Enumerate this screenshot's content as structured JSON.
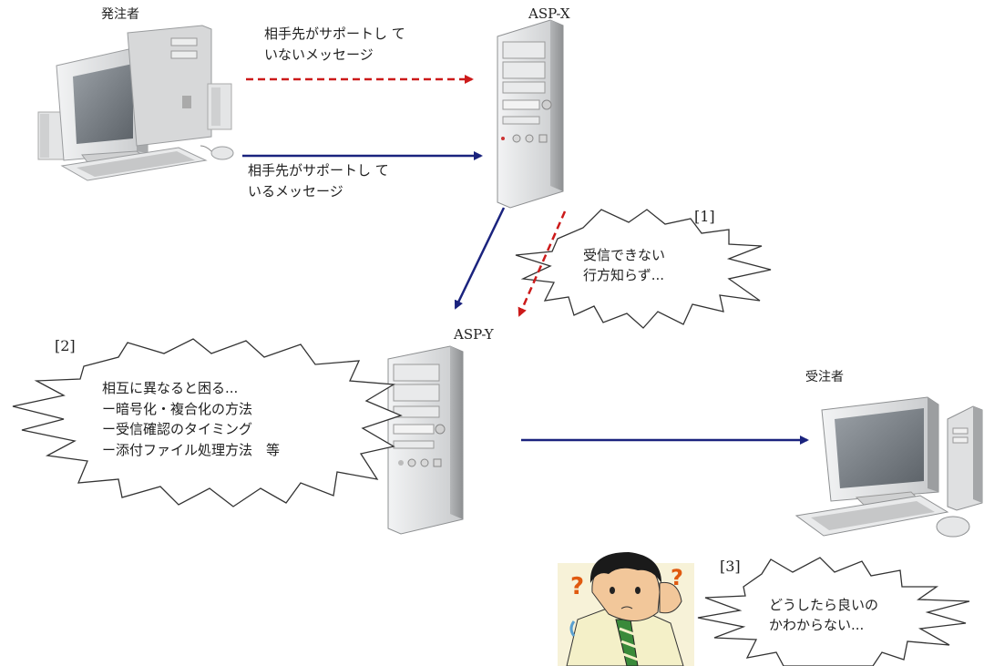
{
  "orderer": {
    "label": "発注者"
  },
  "receiver": {
    "label": "受注者"
  },
  "asp_x": {
    "label": "ASP-X"
  },
  "asp_y": {
    "label": "ASP-Y"
  },
  "arrows": {
    "unsupported_label_1": "相手先がサポートし て",
    "unsupported_label_2": "いないメッセージ",
    "supported_label_1": "相手先がサポートし て",
    "supported_label_2": "いるメッセージ"
  },
  "bubble1": {
    "number": "[1]",
    "line1": "受信できない",
    "line2": "行方知らず..."
  },
  "bubble2": {
    "number": "[2]",
    "line1": "相互に異なると困る...",
    "line2": "ー暗号化・複合化の方法",
    "line3": "ー受信確認のタイミング",
    "line4": "ー添付ファイル処理方法　等"
  },
  "bubble3": {
    "number": "[3]",
    "line1": "どうしたら良いの",
    "line2": "かわからない..."
  },
  "colors": {
    "supported_arrow": "#1a237e",
    "unsupported_arrow": "#cc1a1a"
  }
}
